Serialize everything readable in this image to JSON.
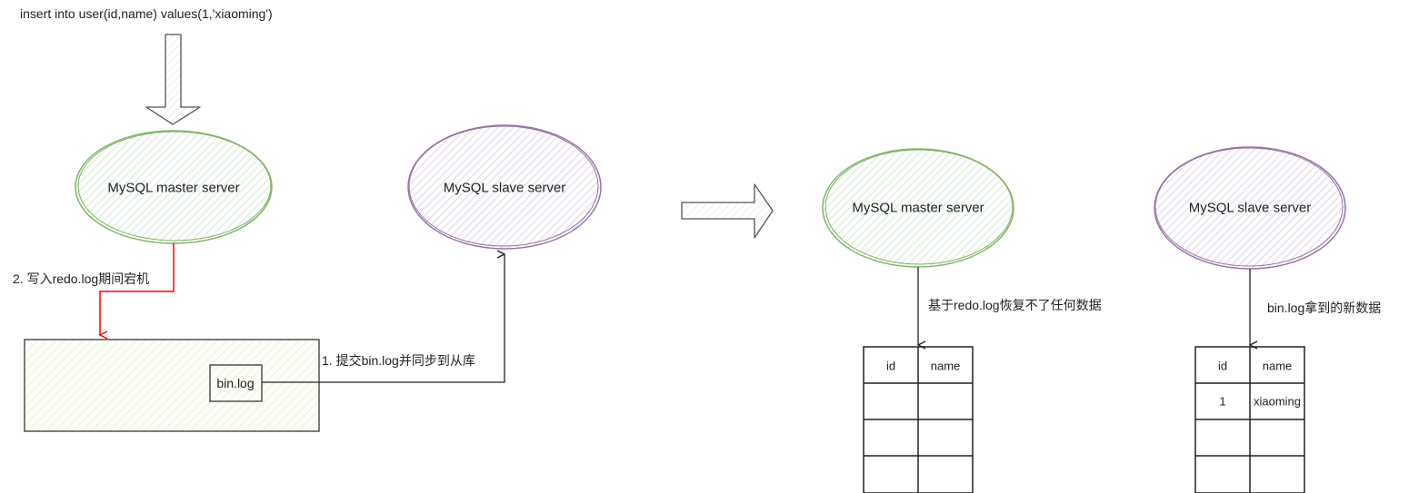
{
  "sql_statement": "insert into user(id,name) values(1,'xiaoming')",
  "colors": {
    "master_stroke": "#82b366",
    "master_fill_hatch": "#d5e8d4",
    "slave_stroke": "#9673a6",
    "slave_fill_hatch": "#e1d5e7",
    "storage_fill_hatch": "#f5f5e6",
    "error_arrow": "#ff0000",
    "line": "#222222"
  },
  "before": {
    "master": {
      "label": "MySQL master server"
    },
    "slave": {
      "label": "MySQL slave server"
    },
    "storage": {
      "binlog_label": "bin.log"
    },
    "step2_label": "2. 写入redo.log期间宕机",
    "step1_label": "1. 提交bin.log并同步到从库"
  },
  "after": {
    "master": {
      "label": "MySQL master server",
      "edge_label": "基于redo.log恢复不了任何数据",
      "table": {
        "headers": [
          "id",
          "name"
        ],
        "rows": [
          [
            "",
            ""
          ],
          [
            "",
            ""
          ],
          [
            "",
            ""
          ]
        ]
      }
    },
    "slave": {
      "label": "MySQL slave server",
      "edge_label": "bin.log拿到的新数据",
      "table": {
        "headers": [
          "id",
          "name"
        ],
        "rows": [
          [
            "1",
            "xiaoming"
          ],
          [
            "",
            ""
          ],
          [
            "",
            ""
          ]
        ]
      }
    }
  }
}
